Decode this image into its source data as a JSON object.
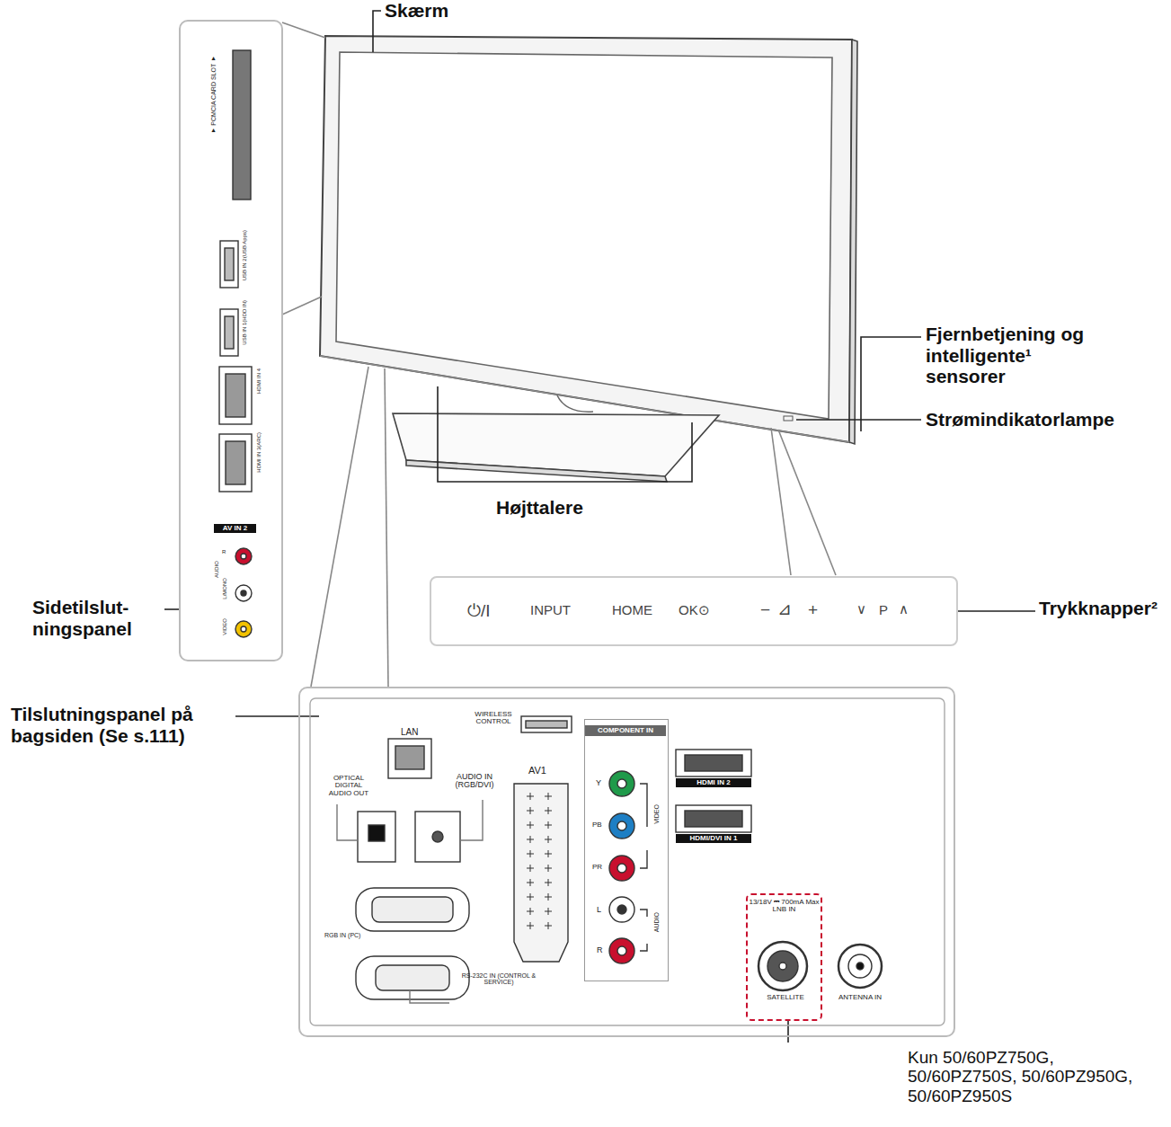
{
  "diagram": {
    "nodes": [
      {
        "text": [
          "▼ PCMCIA CARD SLOT ▼",
          "USB IN 2(USB Apps)",
          "USB IN 1(HDD IN)",
          "HDMI IN 4",
          "HDMI IN 3(ARC)",
          "AV IN 2",
          "R",
          "AUDIO",
          "L/MONO",
          "VIDEO"
        ]
      },
      {
        "text": [
          "⏻/I",
          "INPUT",
          "HOME",
          "OK⊙",
          "−",
          "⊿",
          "+",
          "∨",
          "P",
          "∧"
        ]
      },
      {
        "text": [
          "LAN",
          "WIRELESS CONTROL",
          "OPTICAL DIGITAL AUDIO OUT",
          "AUDIO IN (RGB/DVI)",
          "AV1",
          "RGB IN (PC)",
          "RS-232C IN (CONTROL & SERVICE)",
          "HDMI IN 2",
          "HDMI/DVI IN 1",
          "ANTENNA IN"
        ]
      },
      {
        "text": [
          "COMPONENT IN",
          "Y",
          "PB",
          "PR",
          "L",
          "R",
          "VIDEO",
          "AUDIO"
        ],
        "in": 2
      },
      {
        "text": [
          "13/18V ⎓ 700mA Max LNB IN",
          "SATELLITE"
        ],
        "in": 2
      }
    ],
    "labels": [
      "Skærm",
      "Fjernbetjening og intelligente¹ sensorer",
      "Strømindikatorlampe",
      "Højttalere",
      "Sidetilslut- ningspanel",
      "Trykknapper²",
      "Tilslutningspanel på bagsiden (Se s.111)",
      "Kun 50/60PZ750G, 50/60PZ750S, 50/60PZ950G, 50/60PZ950S"
    ]
  }
}
